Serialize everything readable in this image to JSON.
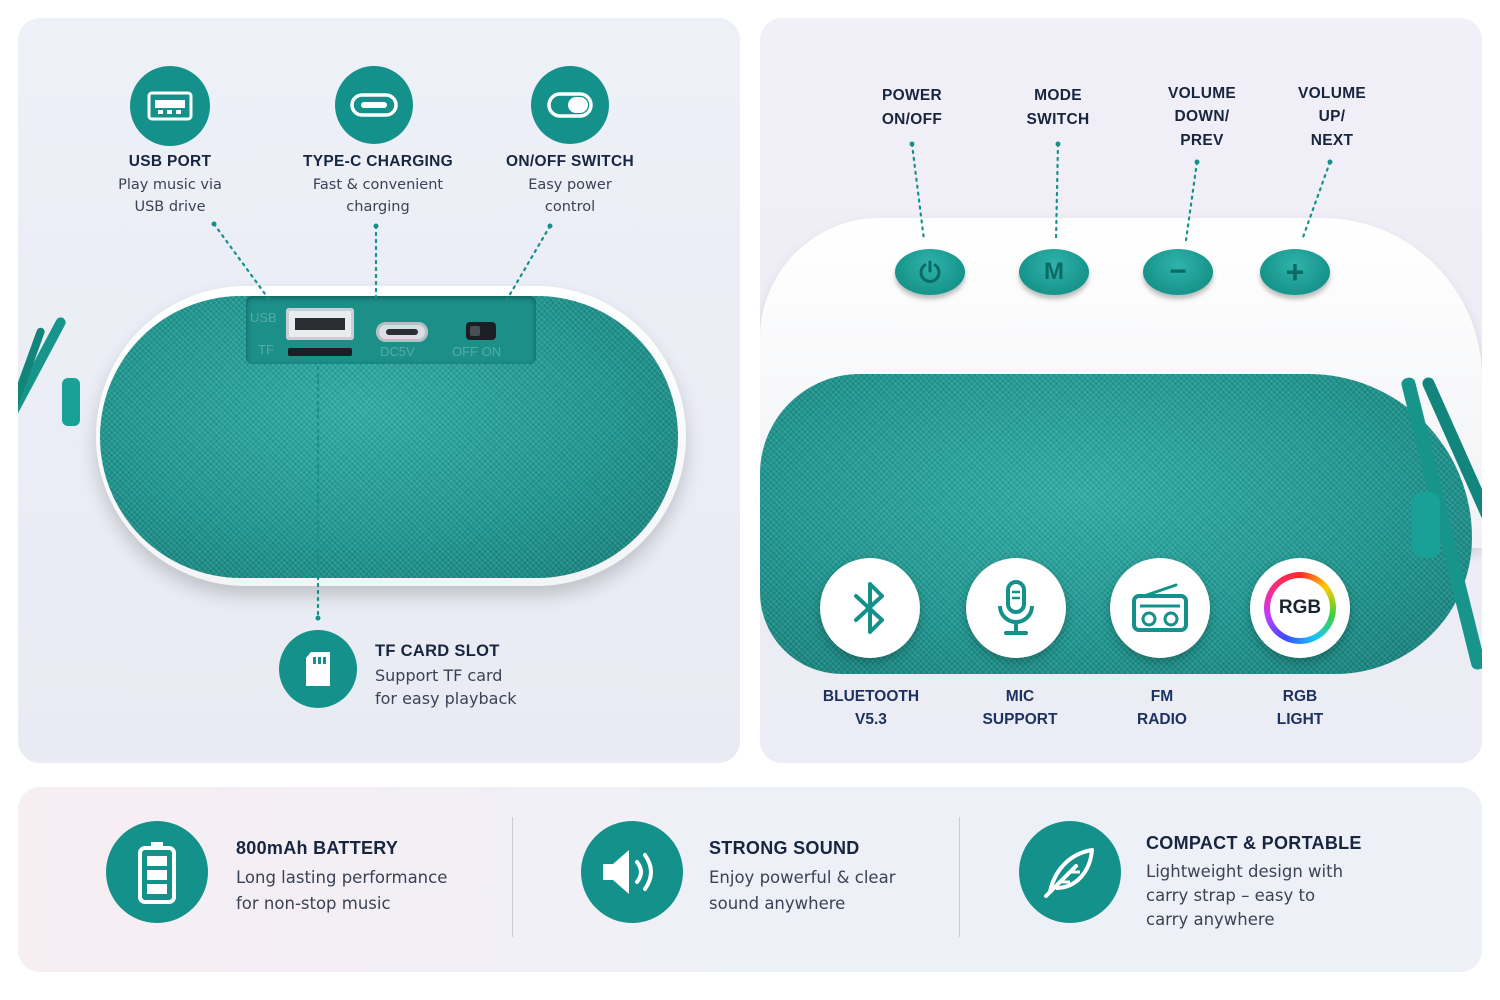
{
  "colors": {
    "accent": "#14918a",
    "text": "#17253f",
    "muted": "#3a4254"
  },
  "left_panel": {
    "usb": {
      "icon": "usb-port-icon",
      "title": "USB PORT",
      "desc1": "Play music via",
      "desc2": "USB drive"
    },
    "typec": {
      "icon": "type-c-icon",
      "title": "TYPE-C CHARGING",
      "desc1": "Fast & convenient",
      "desc2": "charging"
    },
    "switch": {
      "icon": "toggle-switch-icon",
      "title": "ON/OFF SWITCH",
      "desc1": "Easy power",
      "desc2": "control"
    },
    "tf": {
      "icon": "sd-card-icon",
      "title": "TF CARD SLOT",
      "desc1": "Support TF card",
      "desc2": "for easy playback"
    },
    "engraving": {
      "usb": "USB",
      "tf": "TF",
      "dc": "DC5V",
      "offon": "OFF ON"
    }
  },
  "right_panel": {
    "buttons": [
      {
        "icon": "power-icon",
        "line1": "POWER",
        "line2": "ON/OFF",
        "line3": ""
      },
      {
        "icon": "mode-icon",
        "glyph": "M",
        "line1": "MODE",
        "line2": "SWITCH",
        "line3": ""
      },
      {
        "icon": "minus-icon",
        "glyph": "−",
        "line1": "VOLUME",
        "line2": "DOWN/",
        "line3": "PREV"
      },
      {
        "icon": "plus-icon",
        "glyph": "+",
        "line1": "VOLUME",
        "line2": "UP/",
        "line3": "NEXT"
      }
    ],
    "features": [
      {
        "icon": "bluetooth-icon",
        "line1": "BLUETOOTH",
        "line2": "V5.3"
      },
      {
        "icon": "microphone-icon",
        "line1": "MIC",
        "line2": "SUPPORT"
      },
      {
        "icon": "radio-icon",
        "line1": "FM",
        "line2": "RADIO"
      },
      {
        "icon": "rgb-icon",
        "badge": "RGB",
        "line1": "RGB",
        "line2": "LIGHT"
      }
    ]
  },
  "bottom_panel": {
    "items": [
      {
        "icon": "battery-icon",
        "title": "800mAh BATTERY",
        "desc": [
          "Long lasting performance",
          "for non-stop music"
        ]
      },
      {
        "icon": "speaker-volume-icon",
        "title": "STRONG SOUND",
        "desc": [
          "Enjoy powerful & clear",
          "sound anywhere"
        ]
      },
      {
        "icon": "feather-icon",
        "title": "COMPACT & PORTABLE",
        "desc": [
          "Lightweight design with",
          "carry strap – easy to",
          "carry anywhere"
        ]
      }
    ]
  }
}
